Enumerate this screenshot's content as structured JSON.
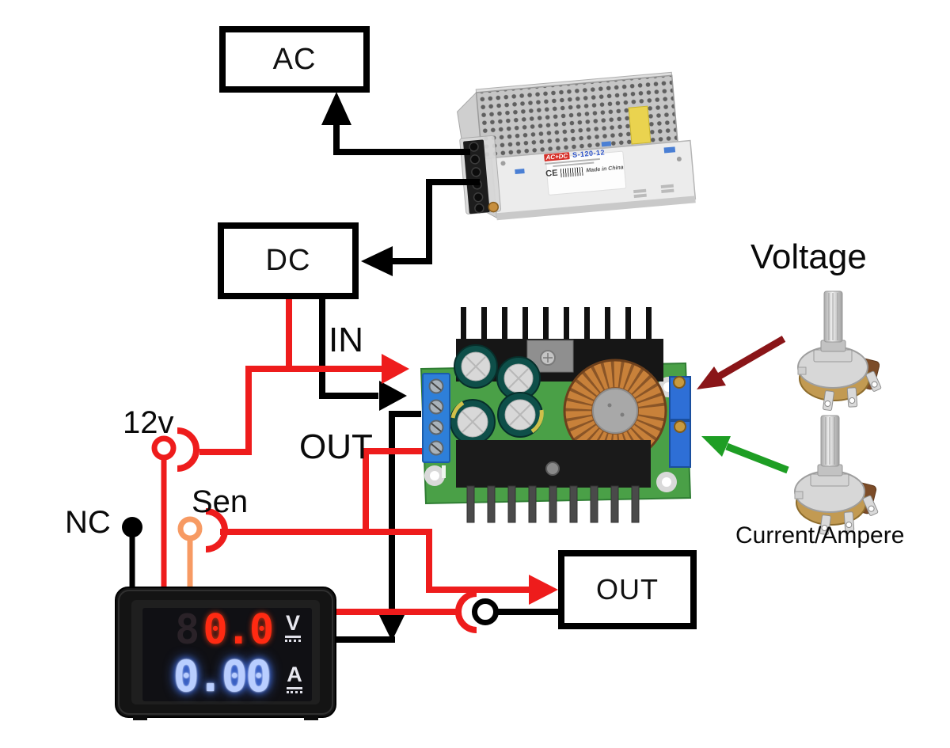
{
  "boxes": {
    "ac": "AC",
    "dc": "DC",
    "out": "OUT"
  },
  "labels": {
    "in": "IN",
    "out": "OUT",
    "v12": "12v",
    "nc": "NC",
    "sen": "Sen",
    "voltage": "Voltage",
    "current": "Current/Ampere"
  },
  "psu": {
    "brand": "AC+DC",
    "model": "S-120-12",
    "ce": "CE",
    "made_in": "Made in China"
  },
  "meter": {
    "volt_ghost": "8",
    "volt_value": "0.0",
    "volt_unit": "V",
    "amp_value": "0.00",
    "amp_unit": "A"
  },
  "colors": {
    "wire_red": "#ee1c1c",
    "wire_black": "#000000",
    "wire_orange": "#f79a63",
    "arrow_dark_red": "#8a1518",
    "arrow_green": "#1e9e24",
    "seg_red": "#ff2a12",
    "seg_blue": "#4a7dff",
    "pcb_green": "#4aa047"
  }
}
